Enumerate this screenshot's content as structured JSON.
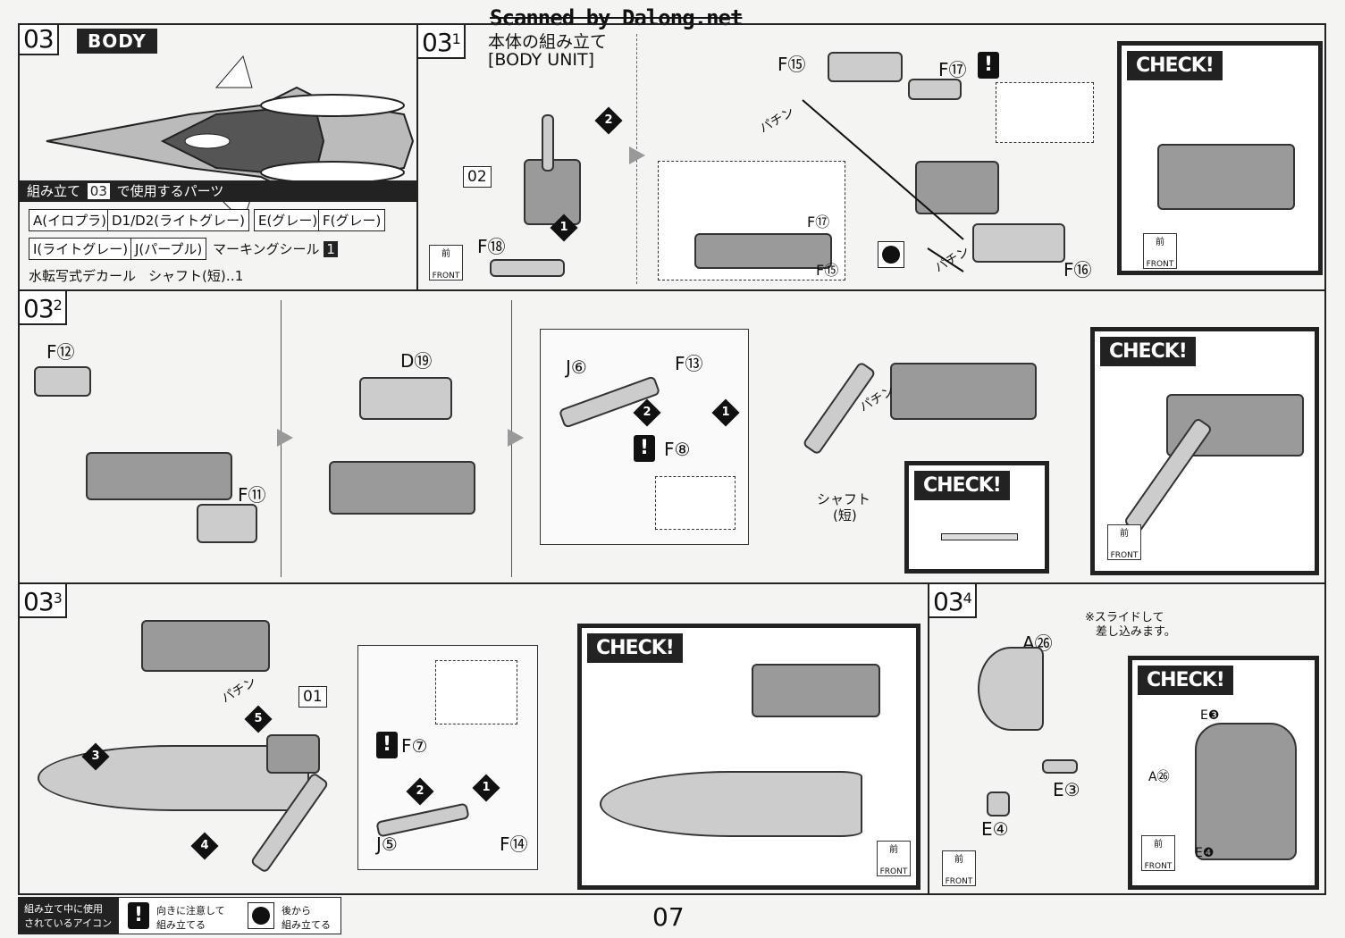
{
  "header": {
    "watermark": "Scanned by Dalong.net"
  },
  "step03": {
    "number": "03",
    "title": "BODY",
    "parts_header": "組み立て",
    "parts_header_num": "03",
    "parts_header_suffix": "で使用するパーツ",
    "runners": [
      "A(イロプラ)",
      "D1/D2(ライトグレー)",
      "E(グレー)",
      "F(グレー)",
      "I(ライトグレー)",
      "J(パープル)"
    ],
    "marking": "マーキングシール",
    "marking_num": "1",
    "decal": "水転写式デカール",
    "shaft": "シャフト(短)‥1"
  },
  "step03_1": {
    "number": "03",
    "sub": "1",
    "title_jp": "本体の組み立て",
    "title_en": "[BODY UNIT]",
    "labels": {
      "p02": "02",
      "f18": "F⑱",
      "f15": "F⑮",
      "f17": "F⑰",
      "f16": "F⑯",
      "f17b": "F⑰",
      "f15b": "F⑮"
    },
    "steps": [
      "1",
      "2"
    ],
    "snap": "パチン"
  },
  "step03_2": {
    "number": "03",
    "sub": "2",
    "labels": {
      "f12": "F⑫",
      "f11": "F⑪",
      "d19": "D⑲",
      "j6": "J⑥",
      "f13": "F⑬",
      "f8": "F⑧",
      "shaft": "シャフト",
      "shaft2": "(短)"
    },
    "steps": [
      "1",
      "2"
    ],
    "snap": "パチン"
  },
  "step03_3": {
    "number": "03",
    "sub": "3",
    "labels": {
      "p01": "01",
      "f7": "F⑦",
      "j5": "J⑤",
      "f14": "F⑭"
    },
    "steps": [
      "1",
      "2",
      "3",
      "4",
      "5"
    ],
    "snap": "パチン"
  },
  "step03_4": {
    "number": "03",
    "sub": "4",
    "note1": "※スライドして",
    "note2": "差し込みます。",
    "labels": {
      "a26": "A㉖",
      "e3": "E③",
      "e4": "E④",
      "e3b": "E❸",
      "a26b": "A㉖",
      "e4b": "E❹"
    }
  },
  "check_label": "CHECK!",
  "front": {
    "kanji": "前",
    "en": "FRONT"
  },
  "footer": {
    "icons_title_1": "組み立て中に使用",
    "icons_title_2": "されているアイコン",
    "icon1_1": "向きに注意して",
    "icon1_2": "組み立てる",
    "icon2_1": "後から",
    "icon2_2": "組み立てる",
    "page": "07"
  }
}
